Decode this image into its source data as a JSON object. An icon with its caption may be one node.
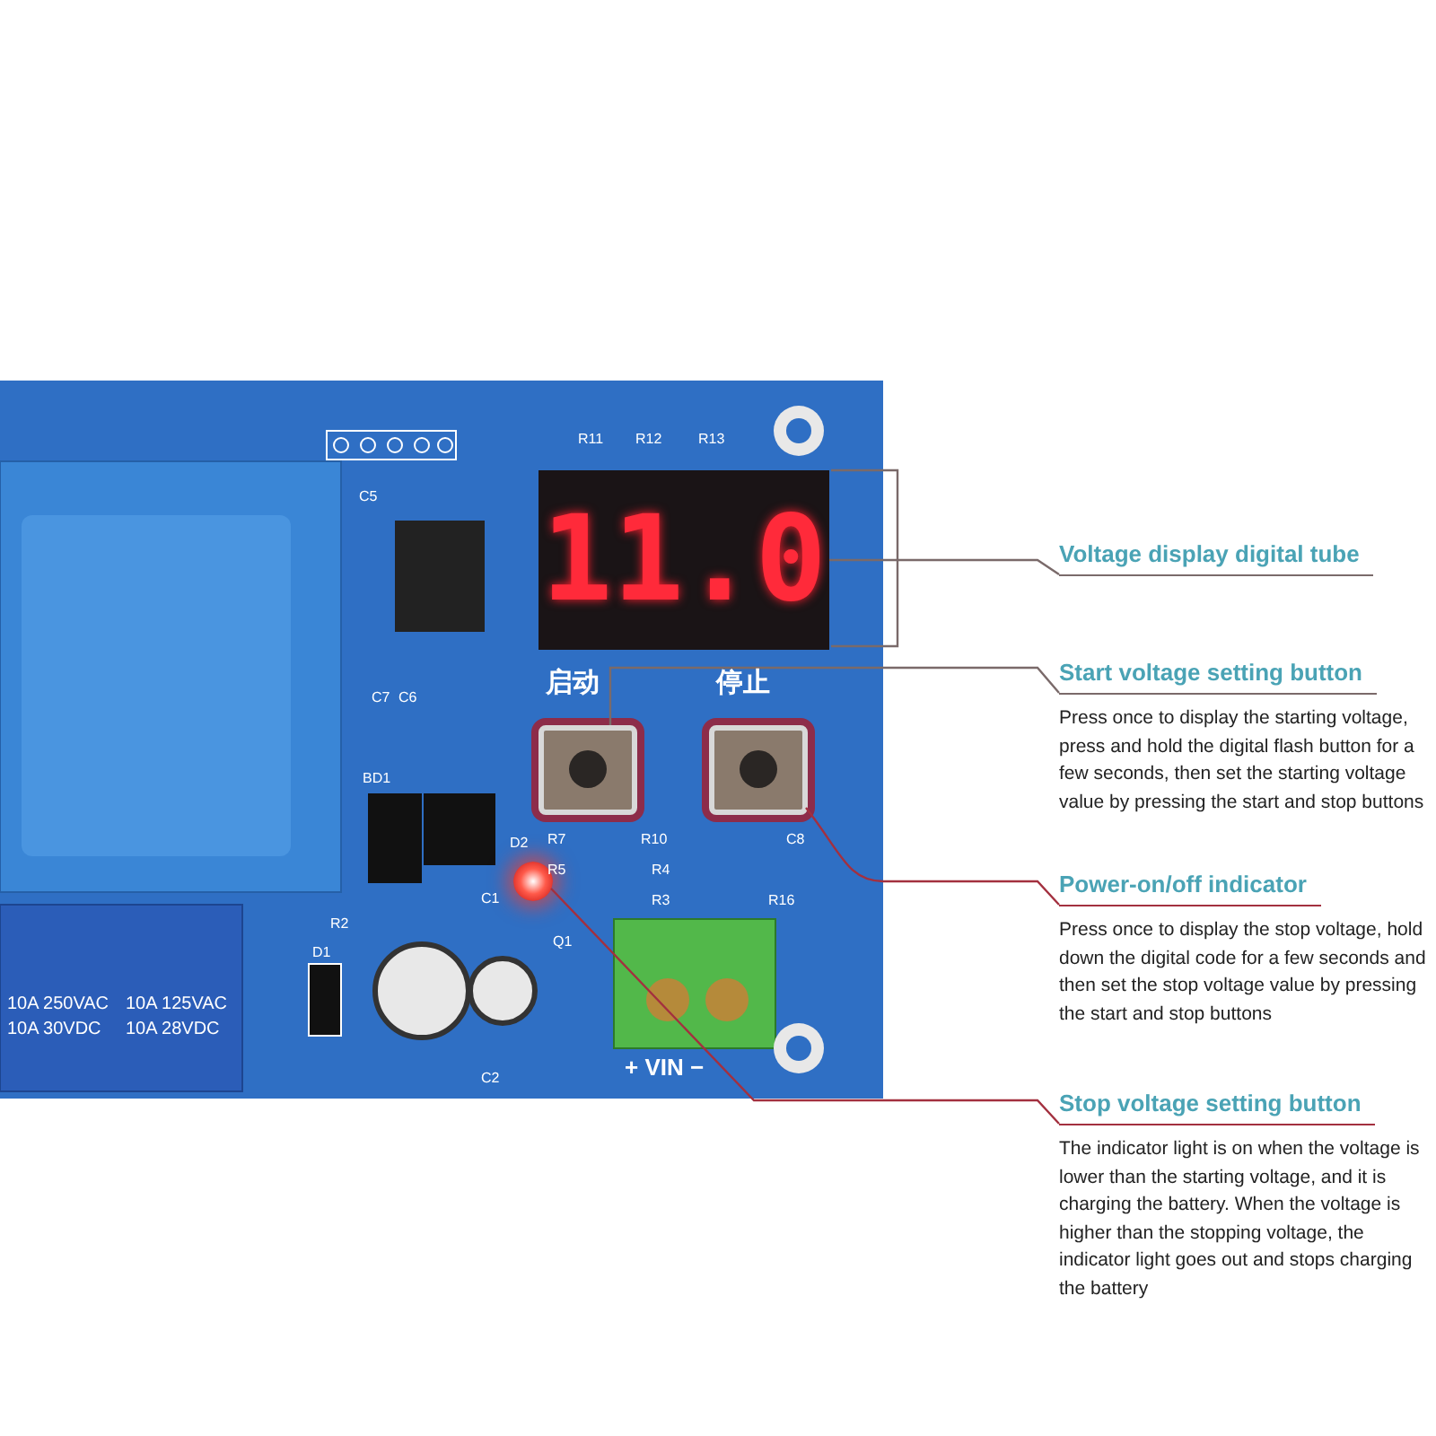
{
  "diagram": {
    "nodes": [
      {
        "text": [],
        "shape": "picture"
      },
      {
        "text": [
          "11.0"
        ],
        "in": 0
      },
      {
        "text": [],
        "shape": "box",
        "in": 0,
        "beside": [
          "启动"
        ]
      },
      {
        "text": [],
        "shape": "box",
        "in": 0,
        "beside": [
          "停止"
        ]
      },
      {
        "text": [],
        "shape": "circle",
        "in": 0
      },
      {
        "text": [
          "Voltage display digital tube"
        ]
      },
      {
        "text": [
          "Start voltage setting button",
          "Press once to display the starting voltage, press and hold the digital flash button for a few seconds, then set the starting voltage value by pressing the start and stop buttons"
        ]
      },
      {
        "text": [
          "Power-on/off indicator",
          "Press once to display the stop voltage, hold down the digital code for a few seconds and then set the stop voltage value by pressing the start and stop buttons"
        ]
      },
      {
        "text": [
          "Stop voltage setting button",
          "The indicator light is on when the voltage is lower than the starting voltage, and it is charging the battery. When the voltage is higher than the stopping voltage, the indicator light goes out and stops charging the battery"
        ]
      }
    ],
    "edges": [
      {
        "from": 1,
        "to": 5,
        "arrow": "none"
      },
      {
        "from": 2,
        "to": 6,
        "arrow": "none"
      },
      {
        "from": 3,
        "to": 7,
        "arrow": "none",
        "color": "#a3303f"
      },
      {
        "from": 4,
        "to": 8,
        "arrow": "none",
        "color": "#a3303f"
      }
    ],
    "labels": [
      "R11",
      "R12",
      "R13",
      "C5",
      "C7",
      "C6",
      "BD1",
      "D2",
      "R7",
      "R10",
      "C8",
      "R5",
      "R4",
      "C1",
      "R3",
      "R16",
      "R2",
      "Q1",
      "D1",
      "C2",
      "10A 250VAC",
      "10A 125VAC",
      "10A 30VDC",
      "10A 28VDC",
      "+ VIN −"
    ]
  }
}
